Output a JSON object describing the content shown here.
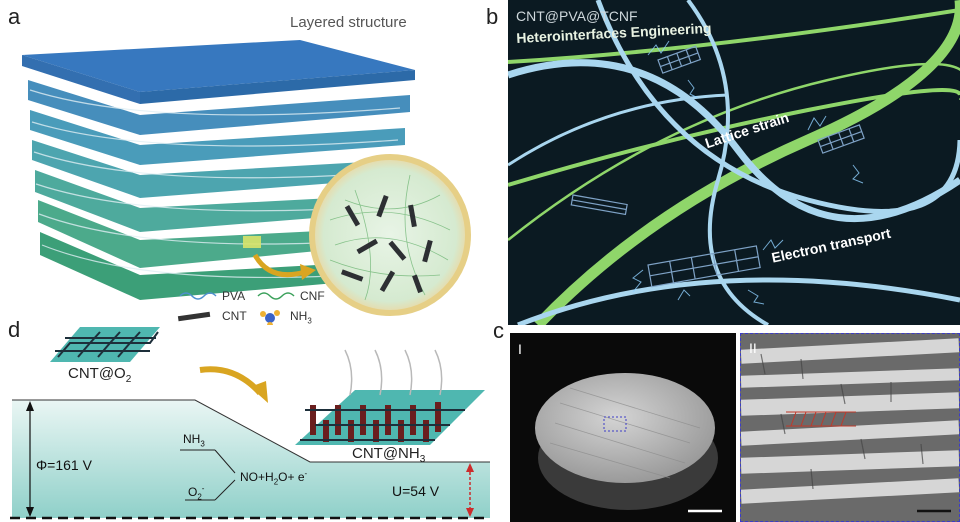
{
  "panels": {
    "a": {
      "label": "a",
      "title": "Layered structure",
      "legend": {
        "pva": "PVA",
        "cnf": "CNF",
        "cnt": "CNT",
        "nh3": "NH",
        "nh3_sub": "3"
      }
    },
    "b": {
      "label": "b",
      "title": "CNT@PVA@TCNF",
      "annotations": {
        "heterointerfaces": "Heterointerfaces Engineering",
        "lattice": "Lattice strain",
        "electron": "Electron transport"
      }
    },
    "c": {
      "label": "c",
      "sub_i": "I",
      "sub_ii": "II"
    },
    "d": {
      "label": "d",
      "cnt_o2": "CNT@O",
      "cnt_o2_sub": "2",
      "cnt_nh3": "CNT@NH",
      "cnt_nh3_sub": "3",
      "phi": "Φ=161 V",
      "u": "U=54 V",
      "nh3": "NH",
      "nh3_sub": "3",
      "o2": "O",
      "o2_sub": "2",
      "o2_sup": "-",
      "products_prefix": "NO+H",
      "products_h2o_sub": "2",
      "products_suffix": "O+ e",
      "products_sup": "-"
    }
  },
  "colors": {
    "panel_b_bg": "#0b1a22",
    "green_fiber": "#8fd66a",
    "blue_fiber": "#a9d6ef",
    "energy_fill": "#8fd0c9",
    "arrow_red": "#cc2b2b",
    "arrow_gold": "#d9a521"
  }
}
